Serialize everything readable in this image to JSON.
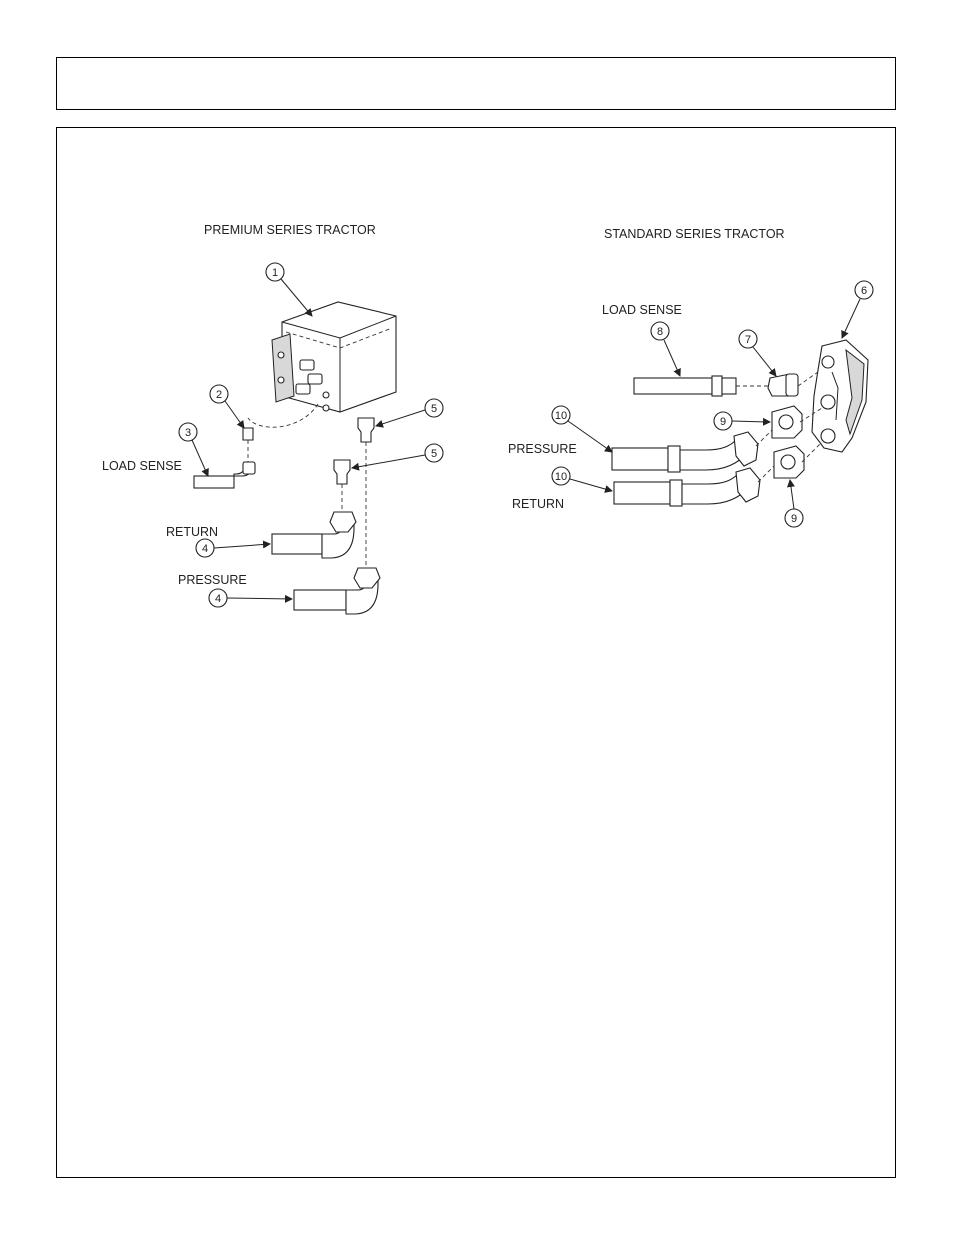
{
  "header": {
    "title": ""
  },
  "premium": {
    "title": "PREMIUM SERIES TRACTOR",
    "labels": {
      "load_sense": "LOAD SENSE",
      "return": "RETURN",
      "pressure": "PRESSURE"
    },
    "callouts": [
      "1",
      "2",
      "3",
      "4",
      "4",
      "5",
      "5"
    ]
  },
  "standard": {
    "title": "STANDARD SERIES TRACTOR",
    "labels": {
      "load_sense": "LOAD SENSE",
      "pressure": "PRESSURE",
      "return": "RETURN"
    },
    "callouts": [
      "6",
      "7",
      "8",
      "9",
      "9",
      "10",
      "10"
    ]
  }
}
